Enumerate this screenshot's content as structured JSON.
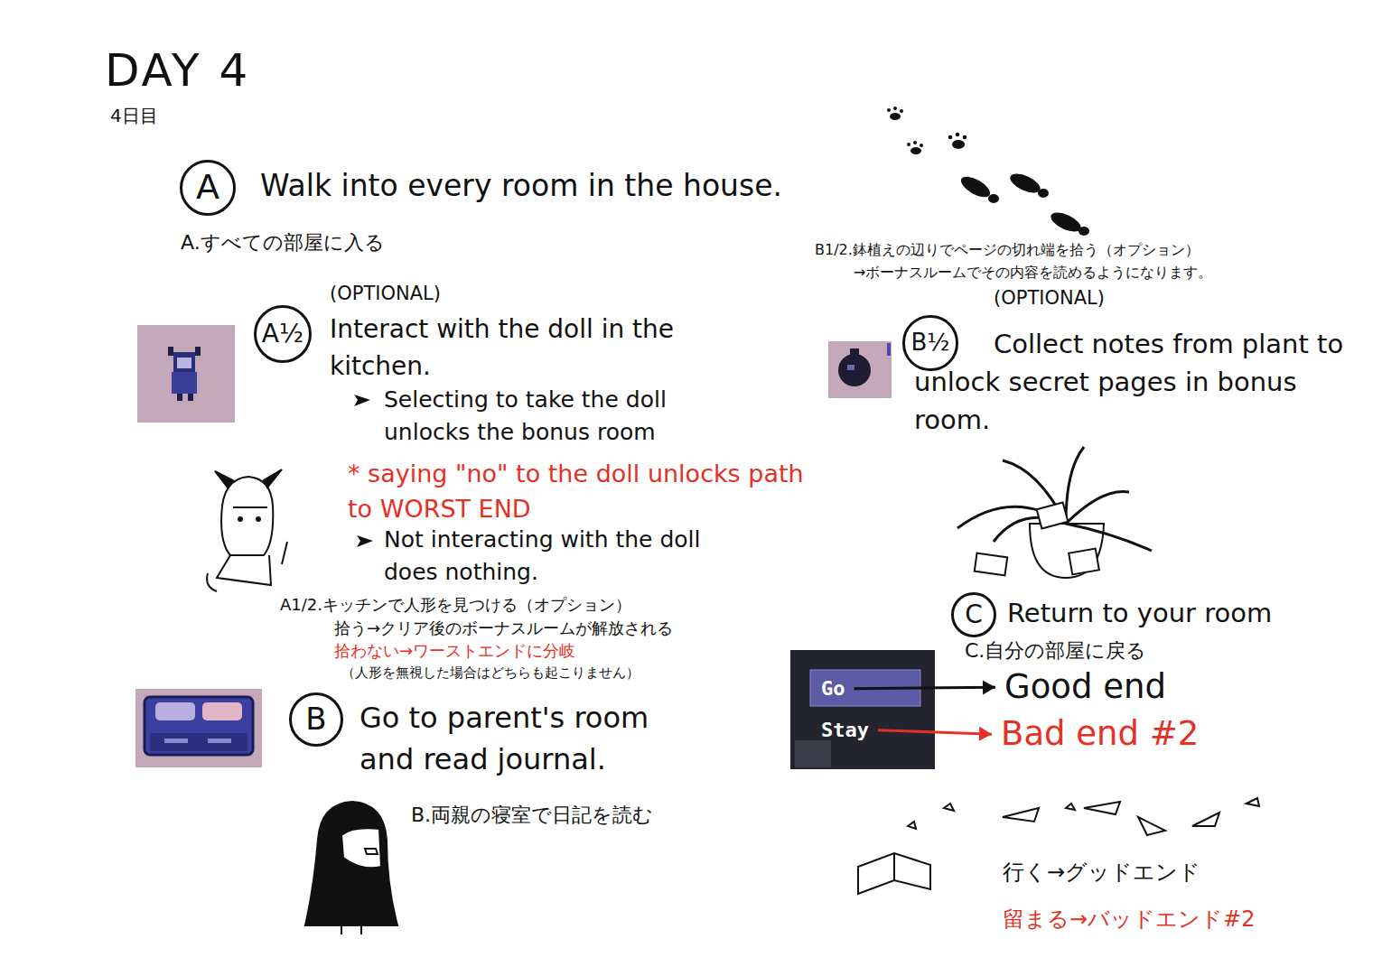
{
  "diagram": {
    "title": "DAY 4",
    "nodes": [
      {
        "text": [
          "A"
        ]
      },
      {
        "text": [
          "A½"
        ]
      },
      {
        "text": [
          "B½"
        ]
      },
      {
        "text": [
          "B"
        ]
      },
      {
        "text": [
          "C"
        ]
      },
      {
        "text": [
          "Go"
        ]
      },
      {
        "text": [
          "Stay"
        ]
      },
      {
        "text": [
          "Good end"
        ]
      },
      {
        "text": [
          "Bad end #2"
        ]
      }
    ],
    "edges": [
      {
        "from": 5,
        "to": 7,
        "arrow": "to"
      },
      {
        "from": 6,
        "to": 8,
        "arrow": "to"
      }
    ],
    "labels": [
      "4日目",
      "Walk into every room in the house.",
      "A.すべての部屋に入る",
      "(OPTIONAL)",
      "Interact with the doll in the kitchen.",
      "Selecting to take the doll unlocks the bonus room",
      "* saying \"no\" to the doll unlocks path to WORST END",
      "Not interacting with the doll does nothing.",
      "A1/2.キッチンで人形を見つける（オプション）",
      "拾う→クリア後のボーナスルームが解放される",
      "拾わない→ワーストエンドに分岐",
      "（人形を無視した場合はどちらも起こりません）",
      "B1/2.鉢植えの辺りでページの切れ端を拾う（オプション）",
      "→ボーナスルームでその内容を読めるようになります。",
      "(OPTIONAL)",
      "Collect notes from plant to unlock secret pages in bonus room.",
      "Return to your room",
      "C.自分の部屋に戻る",
      "Go to parent's room and read journal.",
      "B.両親の寝室で日記を読む",
      "行く→グッドエンド",
      "留まる→バッドエンド#2"
    ]
  }
}
